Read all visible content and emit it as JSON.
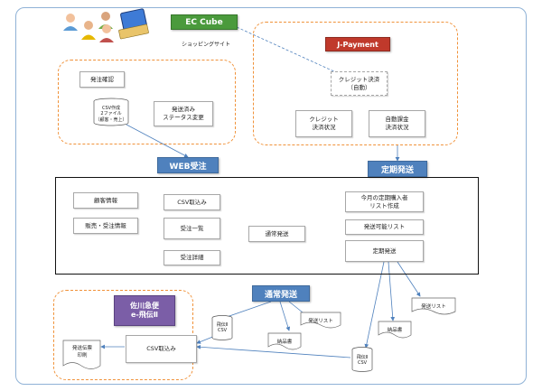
{
  "ec": {
    "title": "EC  Cube",
    "subtitle": "ショッピングサイト"
  },
  "jpay": {
    "title": "J-Payment",
    "auto": "クレジット決済\n（自動）",
    "status1": "クレジット\n決済状況",
    "status2": "自動課金\n決済状況"
  },
  "left_group": {
    "confirm": "発注確認",
    "csv_make": "CSV作成\n2ファイル\n（顧客・売上）",
    "status_change": "発送済み\nステータス変更"
  },
  "tags": {
    "web": "WEB受注",
    "teiki": "定期発送",
    "tsujo": "通常発送"
  },
  "main": {
    "customer": "顧客情報",
    "sales": "販売・受注情報",
    "csv_import": "CSV取込み",
    "order_list": "受注一覧",
    "order_detail": "受注詳細",
    "normal_ship": "通常発送",
    "monthly_list": "今月の定期購入者\nリスト作成",
    "ship_list": "発送可能リスト",
    "regular_ship": "定期発送"
  },
  "sagawa": {
    "title": "佐川急便\ne-飛伝Ⅱ",
    "csv_import": "CSV取込み",
    "waybill": "発送伝票\n印刷"
  },
  "docs": {
    "hiden_csv_1": "飛伝Ⅱ\nCSV",
    "ship_list_1": "発送リスト",
    "delivery_1": "納品書",
    "hiden_csv_2": "飛伝Ⅱ\nCSV",
    "ship_list_2": "発送リスト",
    "delivery_2": "納品書"
  },
  "colors": {
    "frame": "#8fb2d6",
    "dashed": "#f0923a",
    "green": "#4a9a3c",
    "red": "#c0392b",
    "purple": "#7b5ea7",
    "blue": "#4f81bd"
  },
  "icons": [
    "people-group-icon",
    "computer-icon"
  ]
}
